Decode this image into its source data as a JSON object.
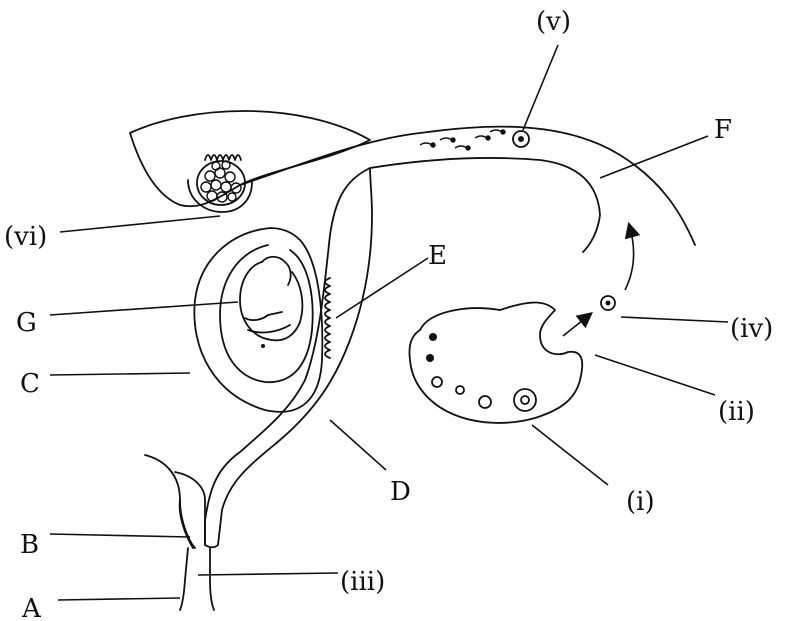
{
  "colors": {
    "ink": "#111111",
    "stipple": "#e2e2e2",
    "ovary_fill": "#c9c9c9",
    "background": "#ffffff"
  },
  "labels": {
    "A": "A",
    "B": "B",
    "C": "C",
    "D": "D",
    "E": "E",
    "F": "F",
    "G": "G",
    "i": "(i)",
    "ii": "(ii)",
    "iii": "(iii)",
    "iv": "(iv)",
    "v": "(v)",
    "vi": "(vi)"
  }
}
